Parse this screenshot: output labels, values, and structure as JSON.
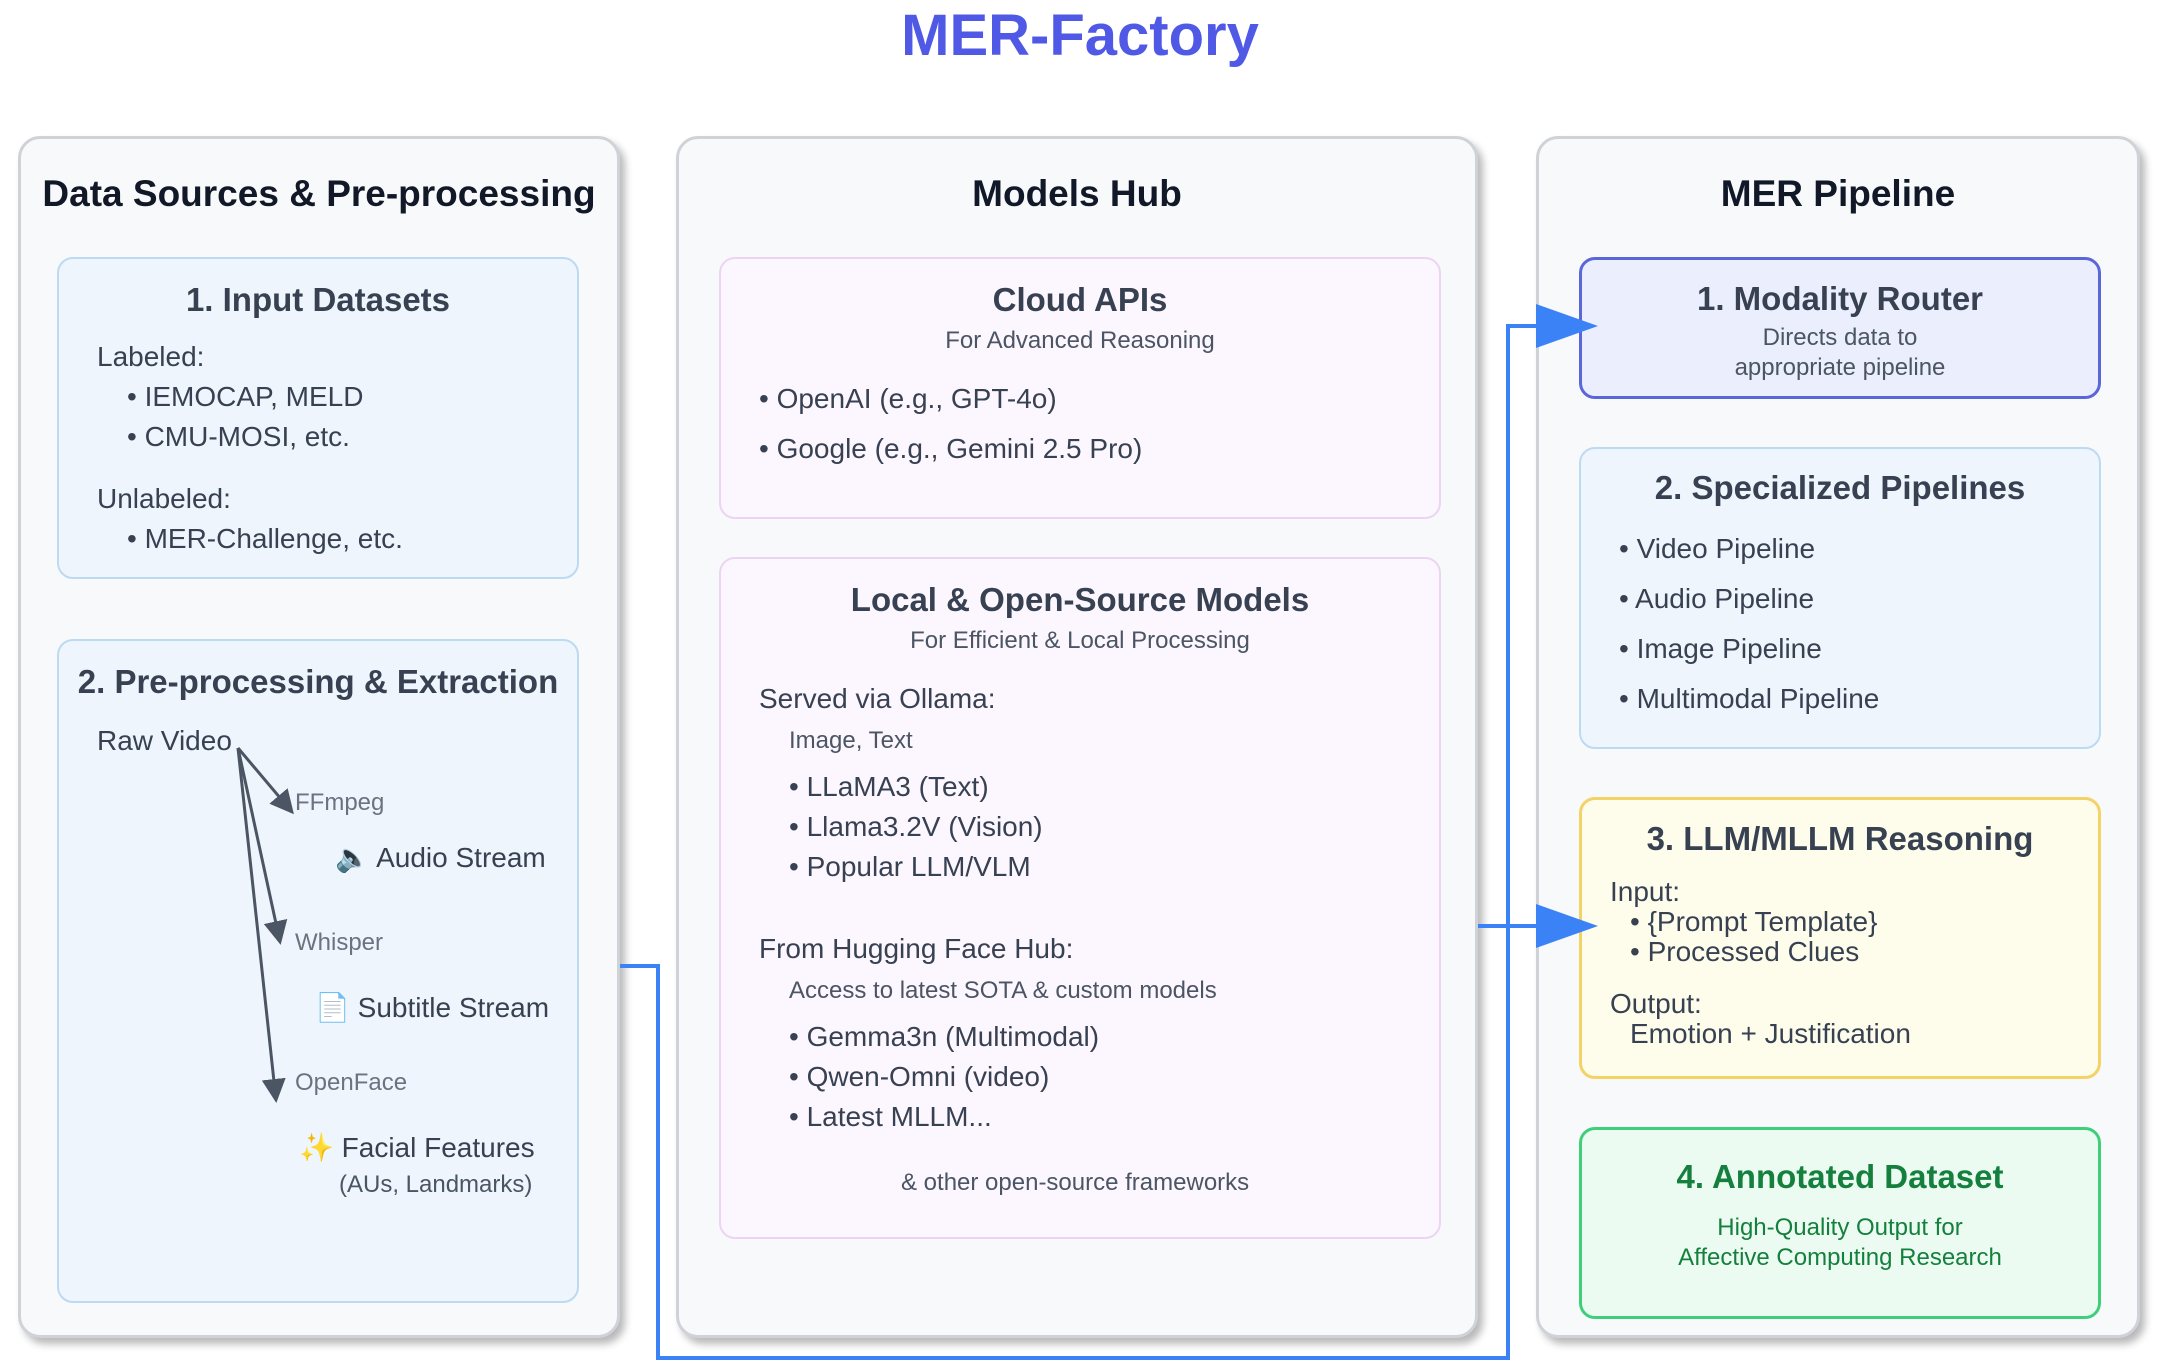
{
  "title": "MER-Factory",
  "columns": {
    "data": {
      "title": "Data Sources & Pre-processing",
      "input": {
        "title": "1. Input Datasets",
        "labeled": "Labeled:",
        "labeled_items": [
          "• IEMOCAP, MELD",
          "• CMU-MOSI, etc."
        ],
        "unlabeled": "Unlabeled:",
        "unlabeled_items": [
          "• MER-Challenge, etc."
        ]
      },
      "prep": {
        "title": "2. Pre-processing & Extraction",
        "raw": "Raw Video",
        "tools": [
          "FFmpeg",
          "Whisper",
          "OpenFace"
        ],
        "outputs": [
          "🔈 Audio Stream",
          "📄 Subtitle Stream",
          "✨ Facial Features"
        ],
        "facial_note": "(AUs, Landmarks)"
      }
    },
    "models": {
      "title": "Models Hub",
      "cloud": {
        "title": "Cloud APIs",
        "subtitle": "For Advanced Reasoning",
        "items": [
          "• OpenAI (e.g., GPT-4o)",
          "• Google (e.g., Gemini 2.5 Pro)"
        ]
      },
      "local": {
        "title": "Local & Open-Source Models",
        "subtitle": "For Efficient & Local Processing",
        "ollama_label": "Served via Ollama:",
        "ollama_note": "Image, Text",
        "ollama_items": [
          "• LLaMA3 (Text)",
          "• Llama3.2V (Vision)",
          "• Popular LLM/VLM"
        ],
        "hf_label": "From Hugging Face Hub:",
        "hf_note": "Access to latest SOTA & custom models",
        "hf_items": [
          "• Gemma3n (Multimodal)",
          "• Qwen-Omni (video)",
          "• Latest MLLM..."
        ],
        "footer": "& other open-source frameworks"
      }
    },
    "pipeline": {
      "title": "MER Pipeline",
      "router": {
        "title": "1. Modality Router",
        "lines": [
          "Directs data to",
          "appropriate pipeline"
        ]
      },
      "specialized": {
        "title": "2. Specialized Pipelines",
        "items": [
          "• Video Pipeline",
          "• Audio Pipeline",
          "• Image Pipeline",
          "• Multimodal Pipeline"
        ]
      },
      "reasoning": {
        "title": "3. LLM/MLLM Reasoning",
        "input_label": "Input:",
        "input_items": [
          "• {Prompt Template}",
          "• Processed Clues"
        ],
        "output_label": "Output:",
        "output_value": "Emotion + Justification"
      },
      "annotated": {
        "title": "4. Annotated Dataset",
        "lines": [
          "High-Quality Output for",
          "Affective Computing Research"
        ]
      }
    }
  },
  "colors": {
    "accent": "#4f59e6",
    "connector": "#3b82f6",
    "tree_arrows": "#4b5563",
    "annotated_text": "#15803d"
  }
}
